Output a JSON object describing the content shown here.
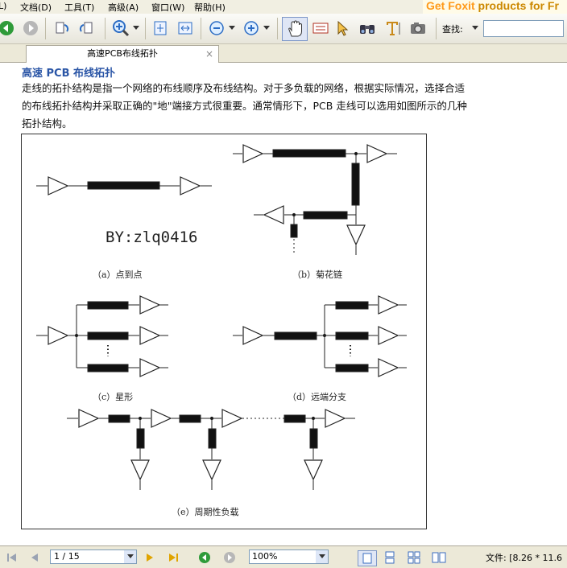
{
  "menu": [
    "L)",
    "文档(D)",
    "工具(T)",
    "高级(A)",
    "窗口(W)",
    "帮助(H)"
  ],
  "ad": {
    "brand": "Get Foxit",
    "rest": " products for Fr"
  },
  "toolbar": {
    "find_label": "查找:",
    "find_value": ""
  },
  "tab": {
    "title": "高速PCB布线拓扑",
    "close": "×"
  },
  "document": {
    "heading": "高速 PCB 布线拓扑",
    "paragraph": "走线的拓扑结构是指一个网络的布线顺序及布线结构。对于多负载的网络，根据实际情况，选择合适的布线拓扑结构并采取正确的\"地\"端接方式很重要。通常情形下，PCB 走线可以选用如图所示的几种拓扑结构。"
  },
  "figure": {
    "watermark": "BY:zlq0416",
    "captions": {
      "a": "（a）点到点",
      "b": "（b）菊花链",
      "c": "（c）星形",
      "d": "（d）远端分支",
      "e": "（e）周期性负载"
    }
  },
  "statusbar": {
    "page_value": "1 / 15",
    "zoom_value": "100%",
    "file_size": "文件: [8.26 * 11.6"
  },
  "colors": {
    "heading": "#2a55a6",
    "nav_green": "#2f9b3a",
    "ad_orange": "#ff9a1a"
  }
}
